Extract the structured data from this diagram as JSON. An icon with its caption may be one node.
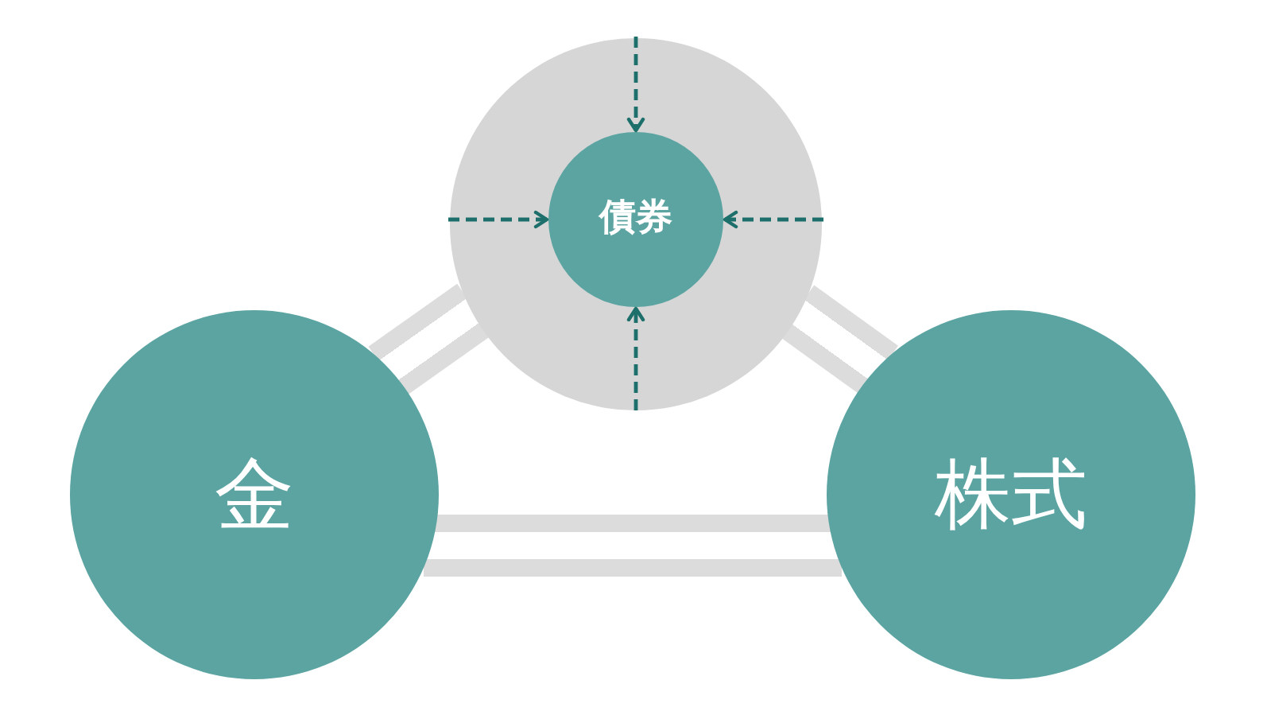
{
  "diagram": {
    "nodes": [
      {
        "text": [],
        "shape": "circle"
      },
      {
        "text": [
          "債券"
        ],
        "in": 0
      },
      {
        "text": [
          "金"
        ]
      },
      {
        "text": [
          "株式"
        ]
      }
    ],
    "edges": [
      {
        "from": 2,
        "to": 0,
        "arrow": "none",
        "style": "thick",
        "color": "#dcdcdc"
      },
      {
        "from": 0,
        "to": 3,
        "arrow": "none",
        "style": "thick",
        "color": "#dcdcdc"
      },
      {
        "from": 2,
        "to": 3,
        "arrow": "none",
        "style": "thick",
        "color": "#dcdcdc"
      },
      {
        "from": null,
        "to": 1,
        "arrow": "to",
        "style": "dashed"
      },
      {
        "from": null,
        "to": 1,
        "arrow": "to",
        "style": "dashed"
      },
      {
        "from": null,
        "to": 1,
        "arrow": "to",
        "style": "dashed"
      },
      {
        "from": null,
        "to": 1,
        "arrow": "to",
        "style": "dashed"
      }
    ]
  }
}
